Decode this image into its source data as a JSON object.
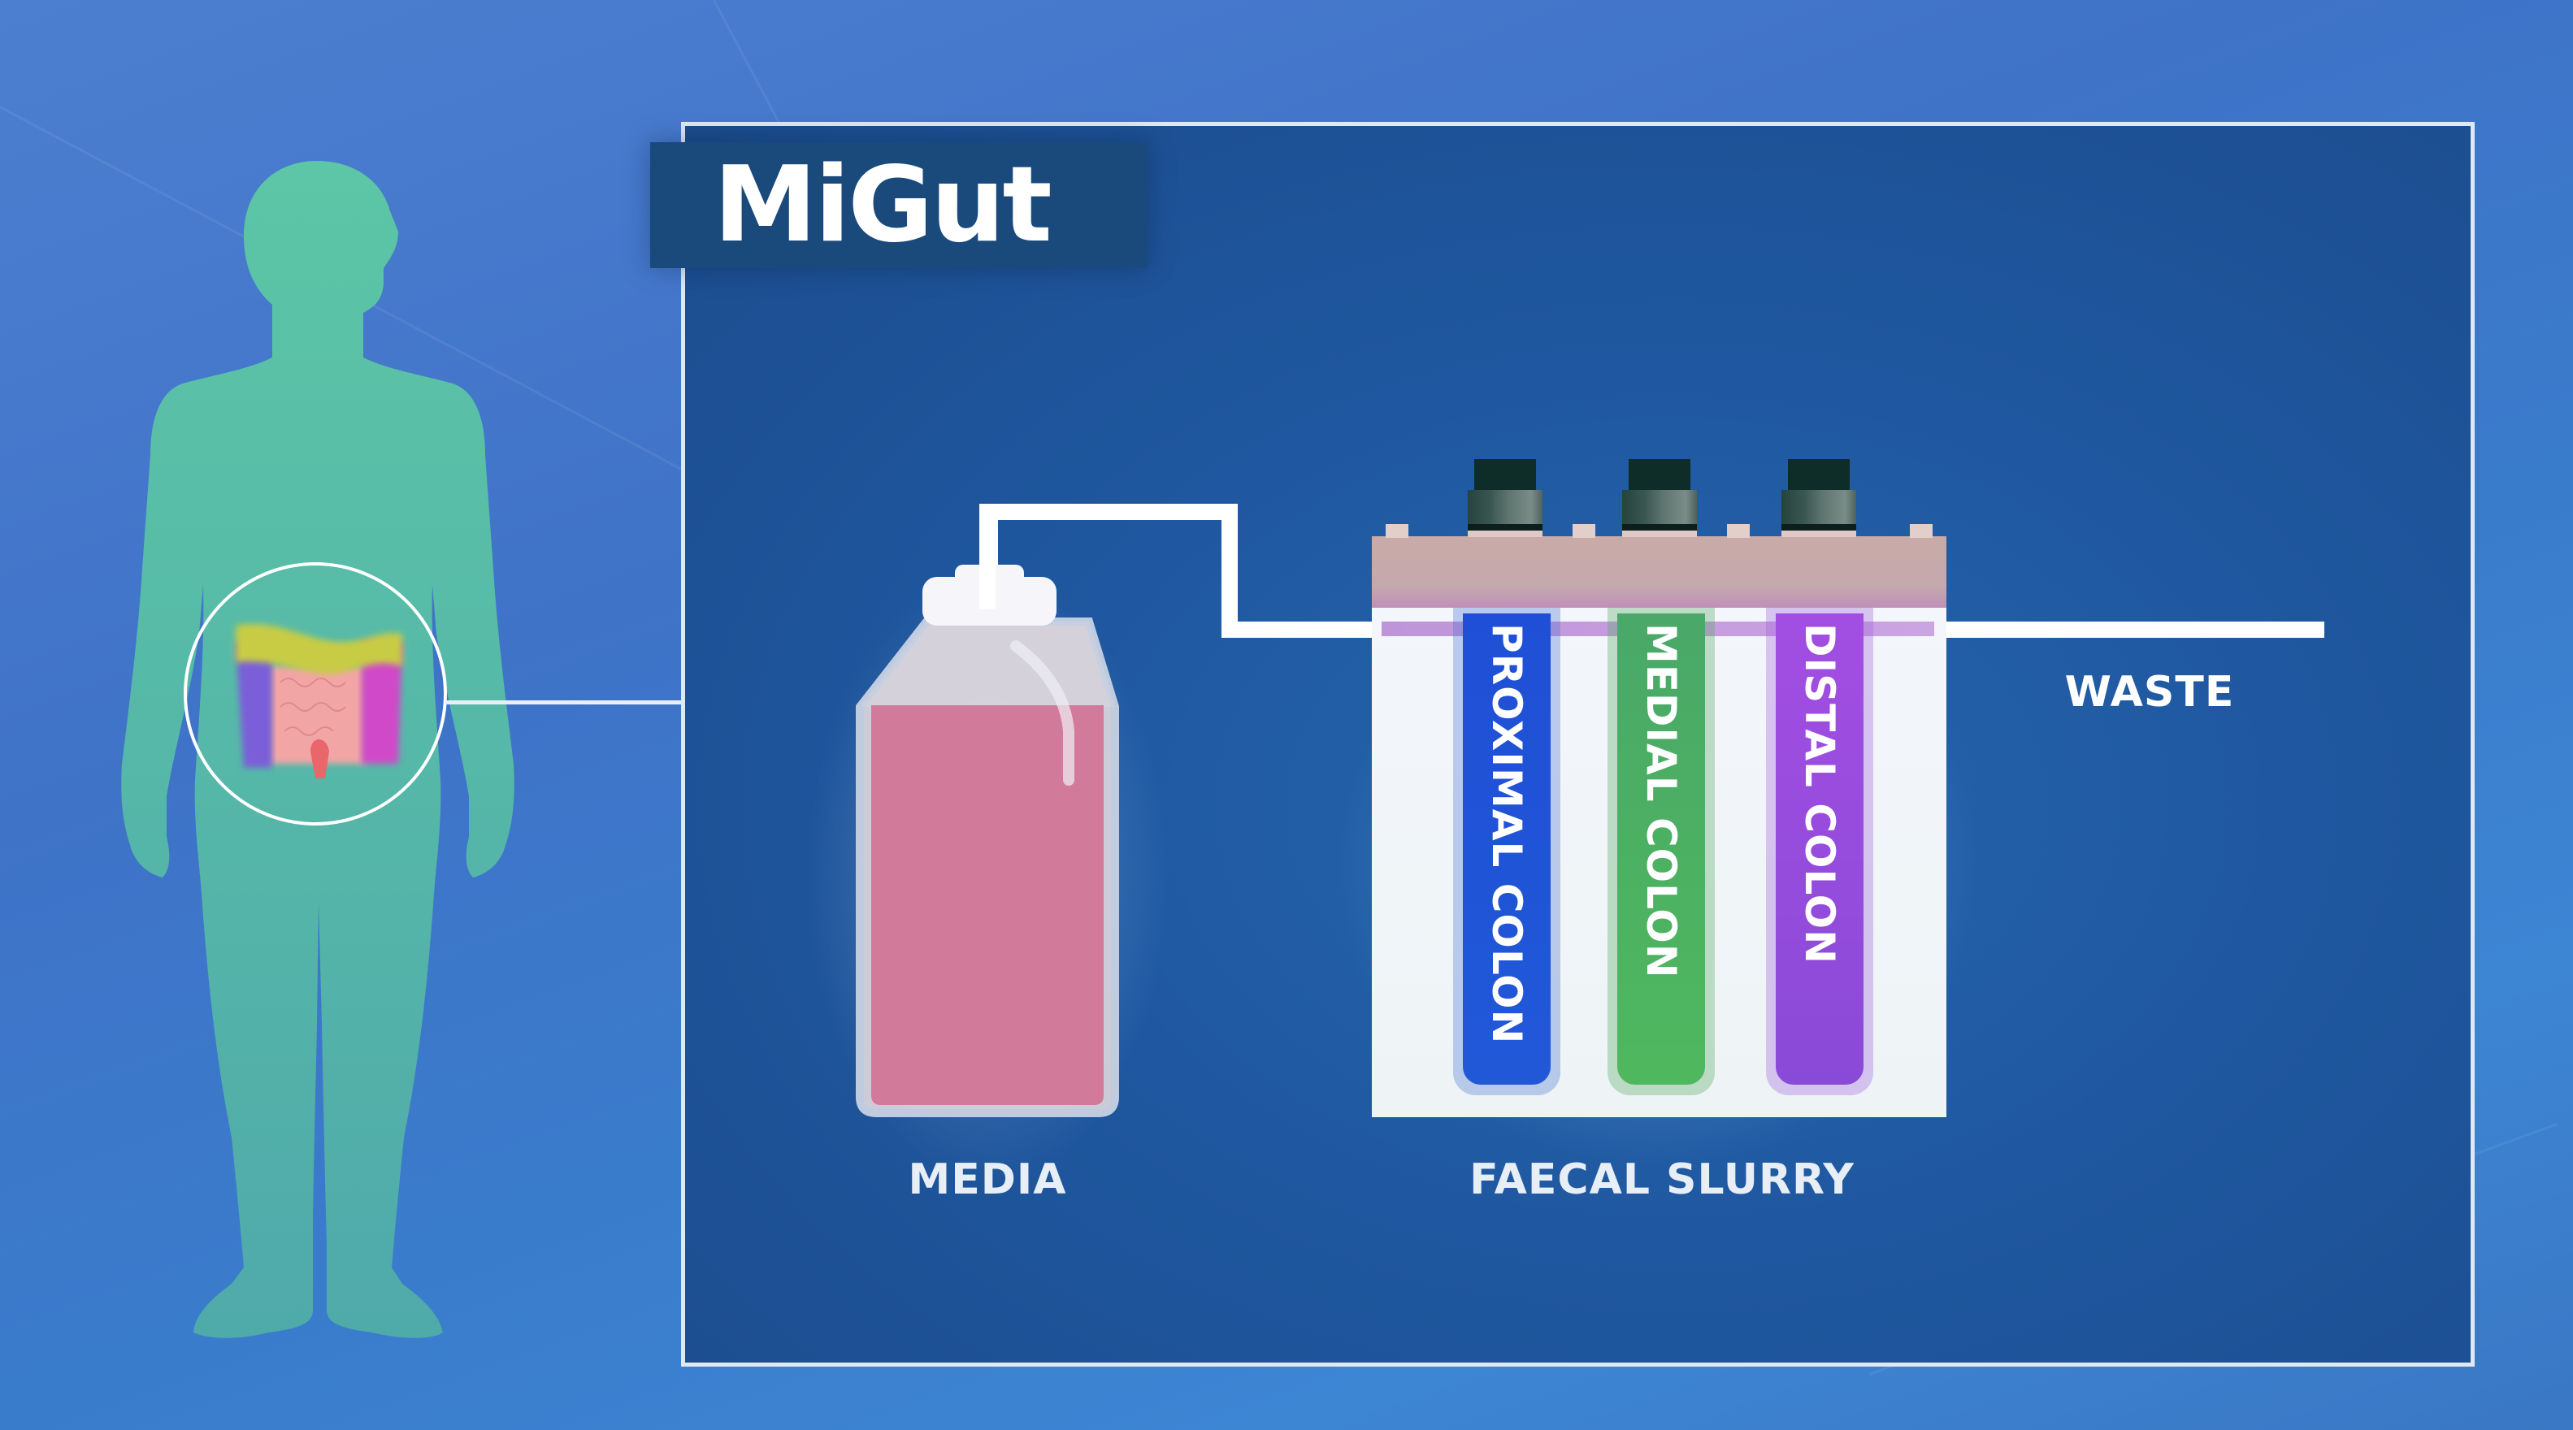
{
  "title": "MiGut",
  "human_figure": {
    "silhouette_color": "#5cc8a4",
    "highlight": "gut-zoom-circle",
    "colon_regions": [
      "ascending (purple)",
      "transverse (yellow)",
      "descending (magenta)",
      "small intestine (pink)"
    ]
  },
  "diagram": {
    "media_label": "MEDIA",
    "reactor_label": "FAECAL SLURRY",
    "waste_label": "WASTE",
    "vessels": [
      {
        "label": "PROXIMAL COLON",
        "color": "#1f4fd6"
      },
      {
        "label": "MEDIAL COLON",
        "color": "#4bb060"
      },
      {
        "label": "DISTAL COLON",
        "color": "#9a4fe0"
      }
    ],
    "media_color": "#d27a9a",
    "frame_background": "#1f58a0",
    "page_background": "#3f78c8"
  }
}
